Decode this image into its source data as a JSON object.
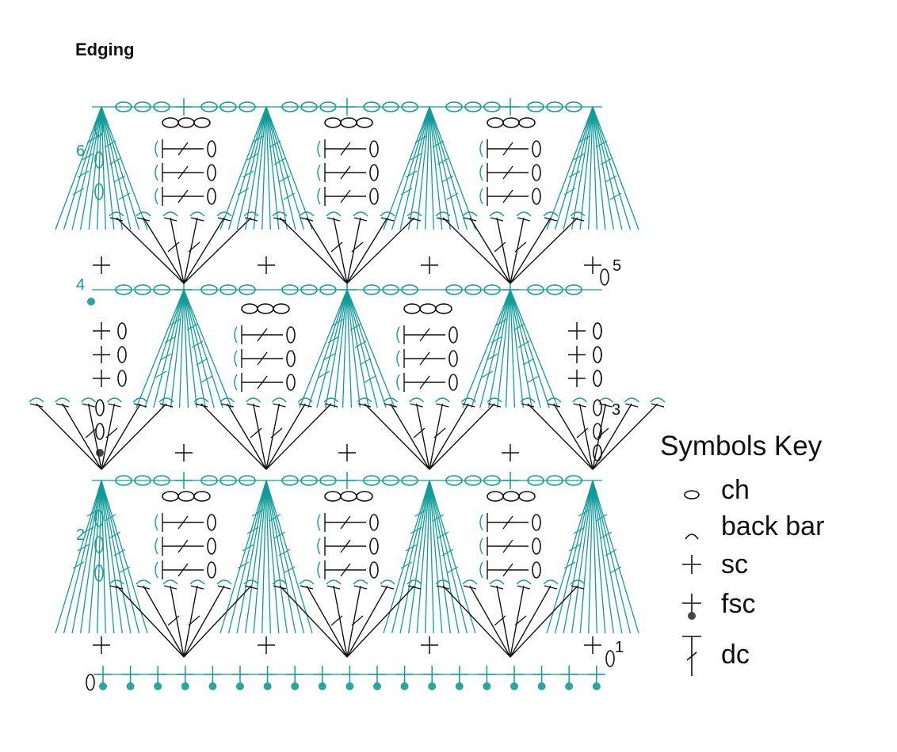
{
  "title": "Edging",
  "row_numbers": [
    "1",
    "2",
    "3",
    "4",
    "5",
    "6"
  ],
  "colors": {
    "teal": "#139a9a",
    "black": "#111111",
    "dot_teal": "#2aa6a0",
    "dot_gray": "#444444"
  },
  "key": {
    "title": "Symbols Key",
    "items": [
      {
        "label": "ch",
        "icon": "chain-oval-icon"
      },
      {
        "label": "back bar",
        "icon": "back-bar-arc-icon"
      },
      {
        "label": "sc",
        "icon": "single-crochet-cross-icon"
      },
      {
        "label": "fsc",
        "icon": "foundation-sc-icon"
      },
      {
        "label": "dc",
        "icon": "double-crochet-icon"
      }
    ]
  }
}
